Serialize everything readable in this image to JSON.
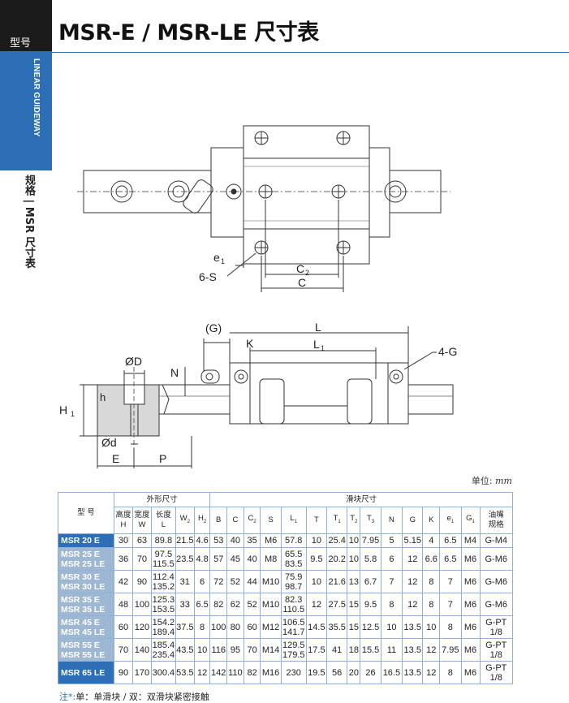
{
  "header": {
    "label": "型号",
    "title": "MSR-E / MSR-LE 尺寸表"
  },
  "sidebar": {
    "category": "LINEAR GUIDEWAY",
    "section": "规格 | MSR 尺寸表"
  },
  "drawing": {
    "top_labels": {
      "e1": "e",
      "s": "6-S",
      "c2": "C",
      "c": "C"
    },
    "side_labels": {
      "g": "(G)",
      "l": "L",
      "k": "K",
      "l1": "L",
      "g1": "4-G",
      "d_big": "ØD",
      "d_small": "Ød",
      "n": "N",
      "h": "h",
      "h1": "H",
      "e": "E",
      "p": "P"
    }
  },
  "unit": {
    "label": "单位:",
    "value": "mm"
  },
  "table": {
    "group_headers": {
      "model": "型 号",
      "outer": "外形尺寸",
      "block": "滑块尺寸"
    },
    "columns": [
      {
        "top": "高度",
        "bot": "H"
      },
      {
        "top": "宽度",
        "bot": "W"
      },
      {
        "top": "长度",
        "bot": "L"
      },
      {
        "top": "W",
        "sub": "2"
      },
      {
        "top": "H",
        "sub": "2"
      },
      {
        "top": "B"
      },
      {
        "top": "C"
      },
      {
        "top": "C",
        "sub": "2"
      },
      {
        "top": "S"
      },
      {
        "top": "L",
        "sub": "1"
      },
      {
        "top": "T"
      },
      {
        "top": "T",
        "sub": "1"
      },
      {
        "top": "T",
        "sub": "2"
      },
      {
        "top": "T",
        "sub": "3"
      },
      {
        "top": "N"
      },
      {
        "top": "G"
      },
      {
        "top": "K"
      },
      {
        "top": "e",
        "sub": "1"
      },
      {
        "top": "G",
        "sub": "1"
      },
      {
        "top": "油嘴",
        "bot": "规格"
      }
    ],
    "rows": [
      {
        "models": [
          "MSR 20 E"
        ],
        "H": "30",
        "W": "63",
        "L": [
          "89.8"
        ],
        "W2": "21.5",
        "H2": "4.6",
        "B": "53",
        "C": "40",
        "C2": "35",
        "S": "M6",
        "L1": [
          "57.8"
        ],
        "T": "10",
        "T1": "25.4",
        "T2": "10",
        "T3": "7.95",
        "N": "5",
        "G": "5.15",
        "K": "4",
        "e1": "6.5",
        "G1": "M4",
        "nipple": [
          "G-M4"
        ]
      },
      {
        "models": [
          "MSR 25 E",
          "MSR 25 LE"
        ],
        "H": "36",
        "W": "70",
        "L": [
          "97.5",
          "115.5"
        ],
        "W2": "23.5",
        "H2": "4.8",
        "B": "57",
        "C": "45",
        "C2": "40",
        "S": "M8",
        "L1": [
          "65.5",
          "83.5"
        ],
        "T": "9.5",
        "T1": "20.2",
        "T2": "10",
        "T3": "5.8",
        "N": "6",
        "G": "12",
        "K": "6.6",
        "e1": "6.5",
        "G1": "M6",
        "nipple": [
          "G-M6"
        ]
      },
      {
        "models": [
          "MSR 30 E",
          "MSR 30 LE"
        ],
        "H": "42",
        "W": "90",
        "L": [
          "112.4",
          "135.2"
        ],
        "W2": "31",
        "H2": "6",
        "B": "72",
        "C": "52",
        "C2": "44",
        "S": "M10",
        "L1": [
          "75.9",
          "98.7"
        ],
        "T": "10",
        "T1": "21.6",
        "T2": "13",
        "T3": "6.7",
        "N": "7",
        "G": "12",
        "K": "8",
        "e1": "7",
        "G1": "M6",
        "nipple": [
          "G-M6"
        ]
      },
      {
        "models": [
          "MSR 35 E",
          "MSR 35 LE"
        ],
        "H": "48",
        "W": "100",
        "L": [
          "125.3",
          "153.5"
        ],
        "W2": "33",
        "H2": "6.5",
        "B": "82",
        "C": "62",
        "C2": "52",
        "S": "M10",
        "L1": [
          "82.3",
          "110.5"
        ],
        "T": "12",
        "T1": "27.5",
        "T2": "15",
        "T3": "9.5",
        "N": "8",
        "G": "12",
        "K": "8",
        "e1": "7",
        "G1": "M6",
        "nipple": [
          "G-M6"
        ]
      },
      {
        "models": [
          "MSR 45 E",
          "MSR 45 LE"
        ],
        "H": "60",
        "W": "120",
        "L": [
          "154.2",
          "189.4"
        ],
        "W2": "37.5",
        "H2": "8",
        "B": "100",
        "C": "80",
        "C2": "60",
        "S": "M12",
        "L1": [
          "106.5",
          "141.7"
        ],
        "T": "14.5",
        "T1": "35.5",
        "T2": "15",
        "T3": "12.5",
        "N": "10",
        "G": "13.5",
        "K": "10",
        "e1": "8",
        "G1": "M6",
        "nipple": [
          "G-PT",
          "1/8"
        ]
      },
      {
        "models": [
          "MSR 55 E",
          "MSR 55 LE"
        ],
        "H": "70",
        "W": "140",
        "L": [
          "185.4",
          "235.4"
        ],
        "W2": "43.5",
        "H2": "10",
        "B": "116",
        "C": "95",
        "C2": "70",
        "S": "M14",
        "L1": [
          "129.5",
          "179.5"
        ],
        "T": "17.5",
        "T1": "41",
        "T2": "18",
        "T3": "15.5",
        "N": "11",
        "G": "13.5",
        "K": "12",
        "e1": "7.95",
        "G1": "M6",
        "nipple": [
          "G-PT",
          "1/8"
        ]
      },
      {
        "models": [
          "MSR 65 LE"
        ],
        "H": "90",
        "W": "170",
        "L": [
          "300.4"
        ],
        "W2": "53.5",
        "H2": "12",
        "B": "142",
        "C": "110",
        "C2": "82",
        "S": "M16",
        "L1": [
          "230"
        ],
        "T": "19.5",
        "T1": "56",
        "T2": "20",
        "T3": "26",
        "N": "16.5",
        "G": "13.5",
        "K": "12",
        "e1": "8",
        "G1": "M6",
        "nipple": [
          "G-PT",
          "1/8"
        ]
      }
    ]
  },
  "note": {
    "marker": "注*:",
    "text": "单：单滑块 / 双：双滑块紧密接触"
  },
  "colors": {
    "accent": "#2c6fb7",
    "model_alt": "#9eb7d3",
    "header_dark": "#1b1b1b"
  }
}
